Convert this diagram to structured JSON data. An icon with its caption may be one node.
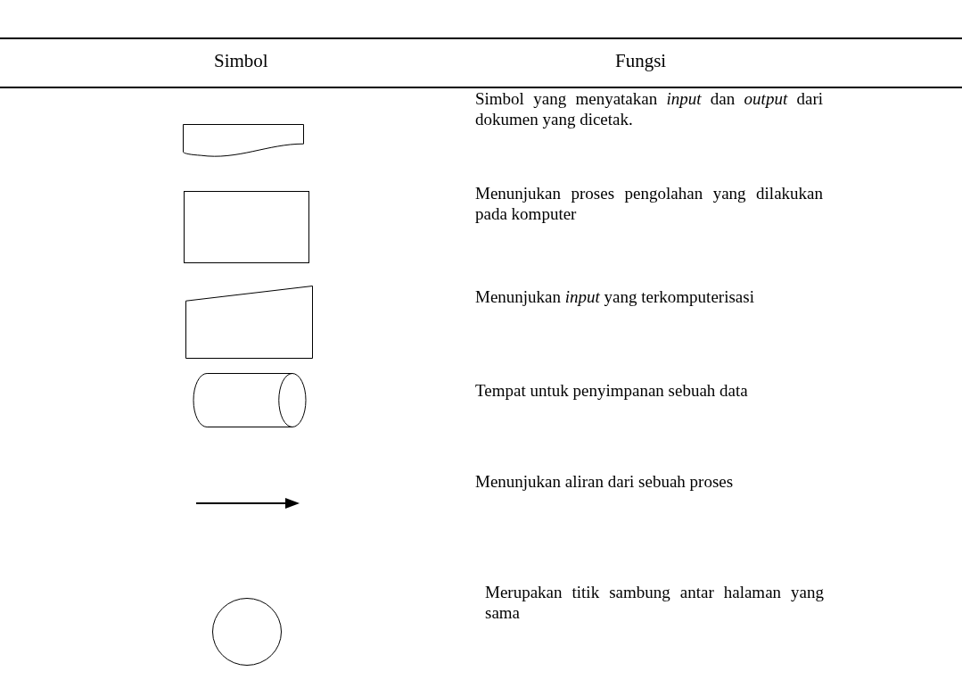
{
  "diagram": {
    "nodes": [
      {
        "text": [],
        "shape": "document"
      },
      {
        "text": [],
        "shape": "box"
      },
      {
        "text": [],
        "shape": "trapezoid"
      },
      {
        "text": [],
        "shape": "cylinder"
      },
      {
        "text": [],
        "shape": "circle"
      }
    ],
    "labels": [
      "Simbol",
      "Fungsi",
      "Simbol yang menyatakan *input* dan *output* dari dokumen yang dicetak.",
      "Menunjukan proses pengolahan yang dilakukan pada komputer",
      "Menunjukan *input* yang terkomputerisasi",
      "Tempat untuk penyimpanan sebuah data",
      "Menunjukan aliran dari sebuah proses",
      "Merupakan titik sambung antar halaman yang sama"
    ]
  }
}
